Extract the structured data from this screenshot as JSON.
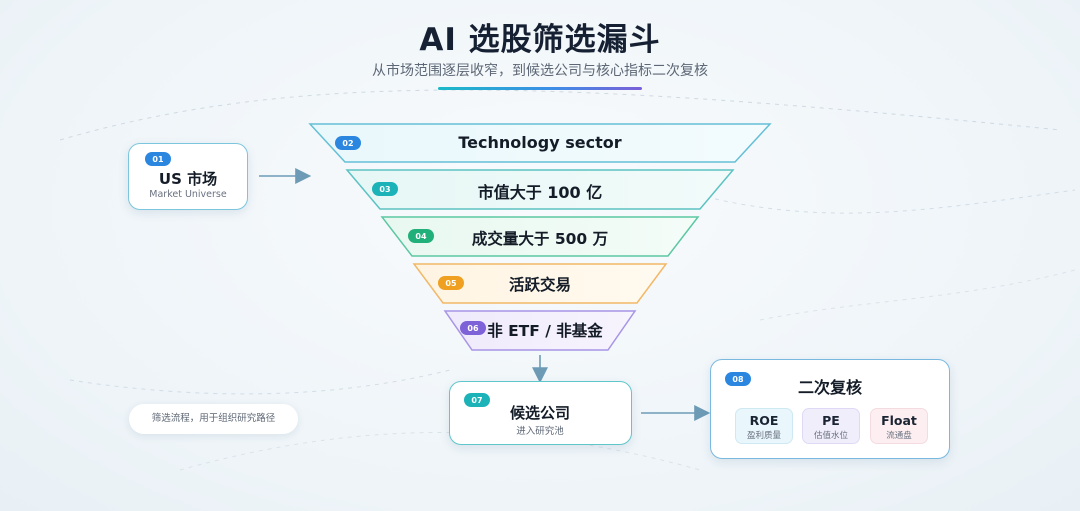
{
  "header": {
    "title": "AI 选股筛选漏斗",
    "subtitle": "从市场范围逐层收窄，到候选公司与核心指标二次复核"
  },
  "universe": {
    "badge": "01",
    "title": "US 市场",
    "subtitle": "Market Universe"
  },
  "funnel": [
    {
      "badge": "02",
      "label": "Technology sector"
    },
    {
      "badge": "03",
      "label": "市值大于 100 亿"
    },
    {
      "badge": "04",
      "label": "成交量大于 500 万"
    },
    {
      "badge": "05",
      "label": "活跃交易"
    },
    {
      "badge": "06",
      "label": "非 ETF / 非基金"
    }
  ],
  "candidates": {
    "badge": "07",
    "title": "候选公司",
    "subtitle": "进入研究池"
  },
  "review": {
    "badge": "08",
    "title": "二次复核",
    "metrics": [
      {
        "name": "ROE",
        "sub": "盈利质量"
      },
      {
        "name": "PE",
        "sub": "估值水位"
      },
      {
        "name": "Float",
        "sub": "流通盘"
      }
    ]
  },
  "note": "筛选流程，用于组织研究路径",
  "colors": {
    "badge_blue": "#2b86e0",
    "badge_teal": "#1cb3b8",
    "badge_green": "#22b07a",
    "badge_orange": "#f0a020",
    "badge_purple": "#7d62d8"
  }
}
